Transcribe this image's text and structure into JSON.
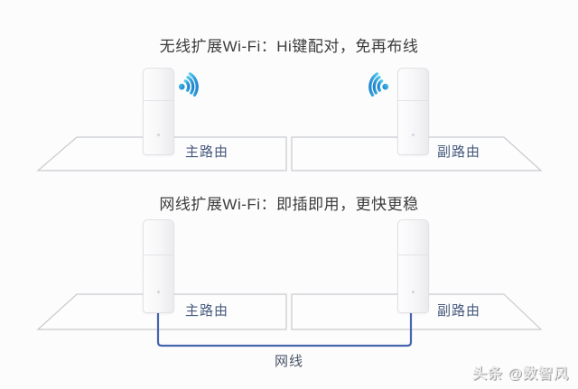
{
  "diagram": {
    "sections": [
      {
        "title": "无线扩展Wi-Fi：Hi键配对，免再布线",
        "main_router_label": "主路由",
        "secondary_router_label": "副路由",
        "link_type": "wireless"
      },
      {
        "title": "网线扩展Wi-Fi：即插即用，更快更稳",
        "main_router_label": "主路由",
        "secondary_router_label": "副路由",
        "cable_label": "网线",
        "link_type": "wired"
      }
    ],
    "watermark": "头条 @数智风",
    "colors": {
      "wifi_icon_gradient_start": "#53cdec",
      "wifi_icon_gradient_end": "#1677cb",
      "cable": "#4565ad",
      "router_label": "#46597c",
      "title_text": "#3c3c3c",
      "surface_stroke": "#c7cacd"
    }
  }
}
